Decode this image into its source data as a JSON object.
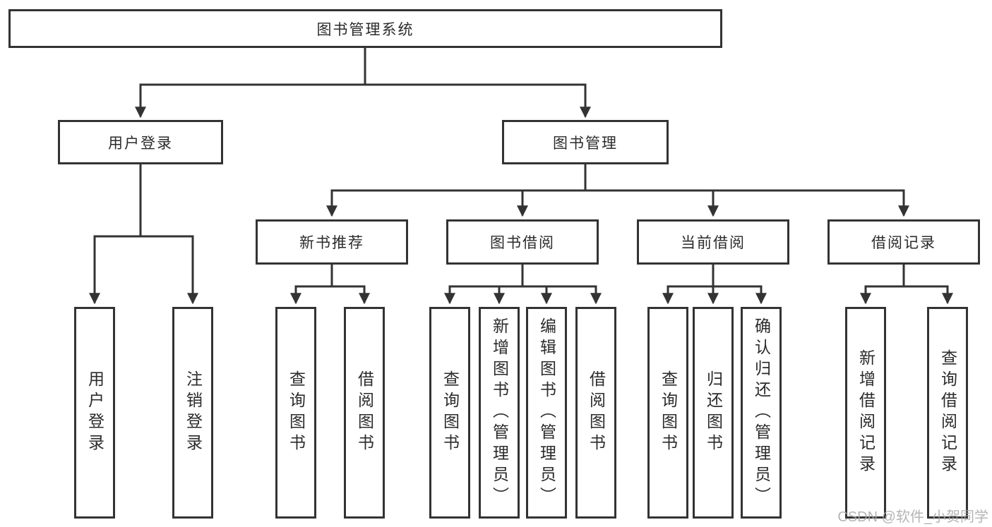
{
  "colors": {
    "line": "#333333",
    "box_border": "#333333",
    "text": "#2b2b2b",
    "watermark": "#a8a8a8",
    "background": "#ffffff"
  },
  "diagram": {
    "root": {
      "label": "图书管理系统"
    },
    "level2": [
      {
        "label": "用户登录"
      },
      {
        "label": "图书管理"
      }
    ],
    "level3": [
      {
        "label": "新书推荐"
      },
      {
        "label": "图书借阅"
      },
      {
        "label": "当前借阅"
      },
      {
        "label": "借阅记录"
      }
    ],
    "leaves": {
      "user_login": [
        {
          "label": "用户登录"
        },
        {
          "label": "注销登录"
        }
      ],
      "new_book": [
        {
          "label": "查询图书"
        },
        {
          "label": "借阅图书"
        }
      ],
      "book_borrow": [
        {
          "label": "查询图书"
        },
        {
          "label": "新增图书（管理员）"
        },
        {
          "label": "编辑图书（管理员）"
        },
        {
          "label": "借阅图书"
        }
      ],
      "current_borrow": [
        {
          "label": "查询图书"
        },
        {
          "label": "归还图书"
        },
        {
          "label": "确认归还（管理员）"
        }
      ],
      "borrow_records": [
        {
          "label": "新增借阅记录"
        },
        {
          "label": "查询借阅记录"
        }
      ]
    }
  },
  "watermark": {
    "text": "CSDN @软件_小贺同学"
  }
}
